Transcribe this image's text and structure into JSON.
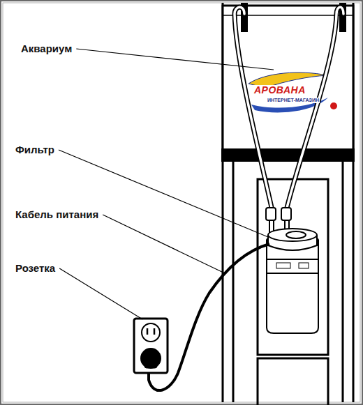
{
  "diagram": {
    "labels": [
      "Аквариум",
      "Фильтр",
      "Кабель питания",
      "Розетка",
      "АРОВАНА",
      "ИНТЕРНЕТ-МАГАЗИН"
    ]
  }
}
